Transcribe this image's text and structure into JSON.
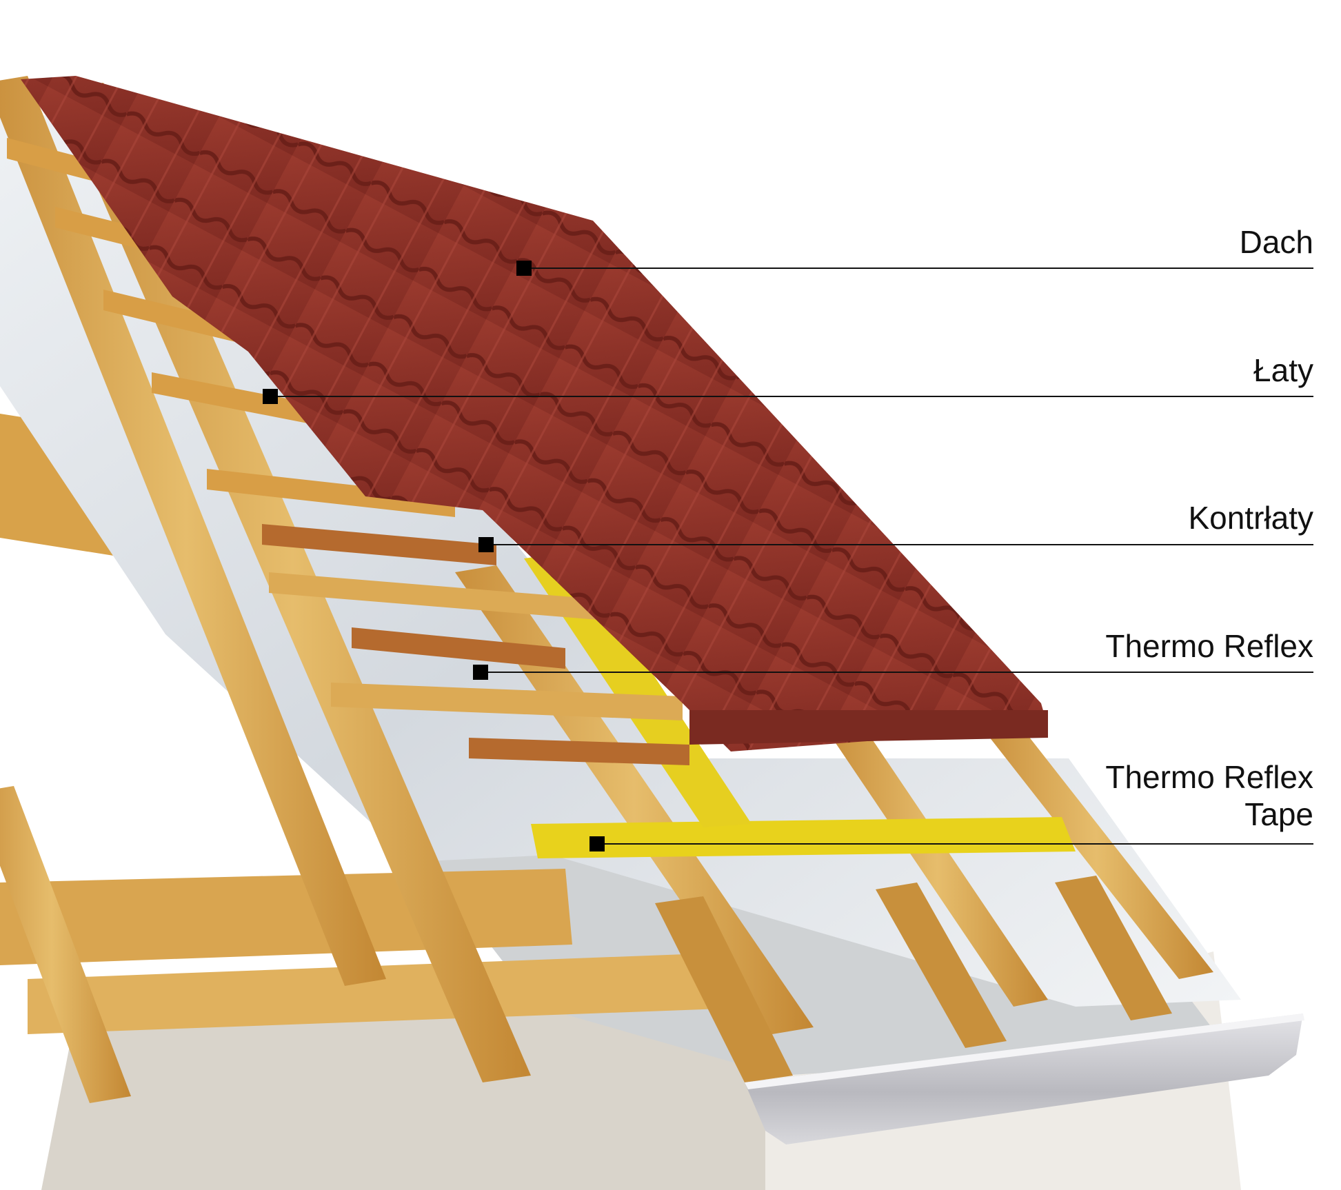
{
  "labels": {
    "dach": "Dach",
    "laty": "Łaty",
    "kontrlaty": "Kontrłaty",
    "thermo_reflex": "Thermo Reflex",
    "thermo_reflex_tape_line1": "Thermo Reflex",
    "thermo_reflex_tape_line2": "Tape"
  },
  "colors": {
    "roof_tile": "#8e3028",
    "timber": "#d9a955",
    "membrane": "#dfe3e8",
    "tape": "#e8d21c",
    "wall": "#d8d2c8",
    "gutter": "#c8c8cc",
    "marker": "#000000"
  }
}
